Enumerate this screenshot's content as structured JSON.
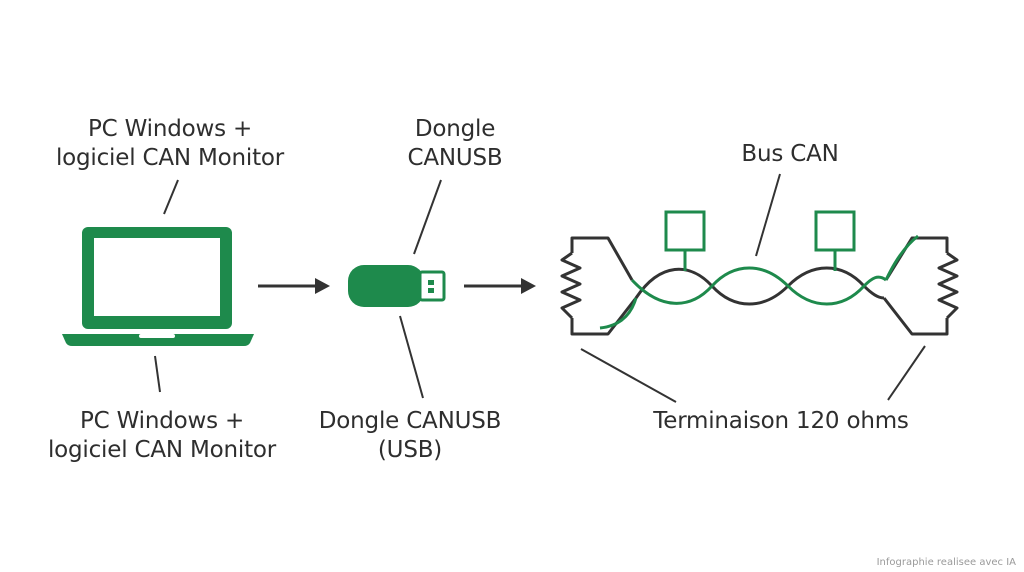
{
  "colors": {
    "accent_green": "#1e8a4c",
    "line_dark": "#333333",
    "text": "#2e2e2e"
  },
  "labels": {
    "pc_top": {
      "line1": "PC Windows +",
      "line2": "logiciel CAN Monitor"
    },
    "pc_bottom": {
      "line1": "PC Windows +",
      "line2": "logiciel CAN Monitor"
    },
    "dongle_top": {
      "line1": "Dongle",
      "line2": "CANUSB"
    },
    "dongle_bottom": {
      "line1": "Dongle CANUSB",
      "line2": "(USB)"
    },
    "bus": "Bus CAN",
    "termination": "Terminaison 120 ohms"
  },
  "icons": {
    "pc": "laptop-icon",
    "dongle": "usb-dongle-icon",
    "arrow": "arrow-right-icon",
    "node": "can-node-icon",
    "resistor": "resistor-icon"
  },
  "watermark": "Infographie realisee avec IA"
}
